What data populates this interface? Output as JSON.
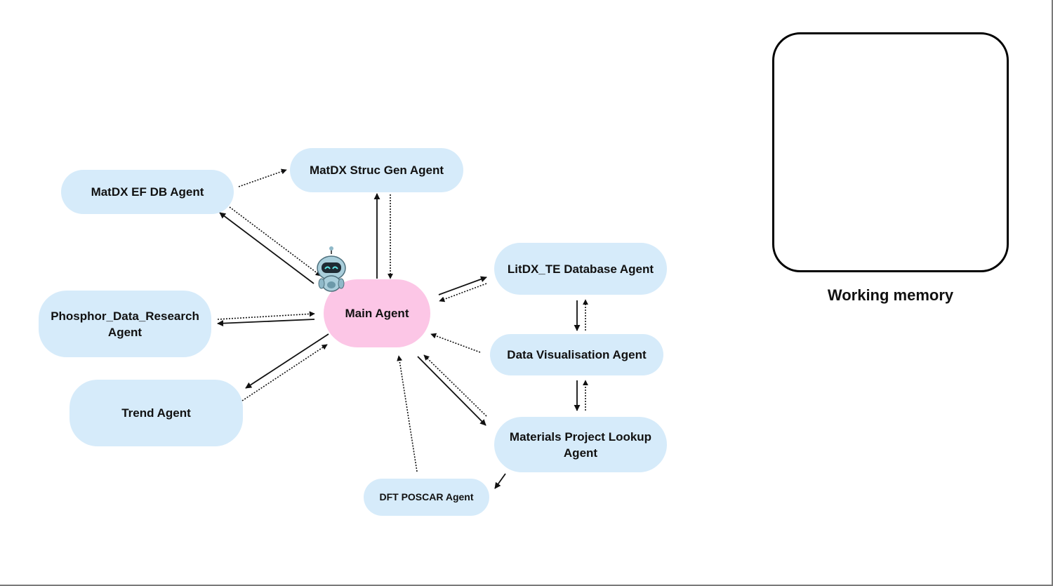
{
  "nodes": {
    "ef_db": "MatDX EF DB Agent",
    "struc_gen": "MatDX Struc Gen Agent",
    "phosphor": "Phosphor_Data_Research Agent",
    "trend": "Trend Agent",
    "main": "Main Agent",
    "litdx": "LitDX_TE Database Agent",
    "data_vis": "Data Visualisation Agent",
    "mp_lookup": "Materials Project Lookup Agent",
    "dft_poscar": "DFT POSCAR Agent"
  },
  "memory": {
    "label": "Working memory"
  },
  "icons": {
    "robot": "robot-icon"
  },
  "colors": {
    "agent_fill": "#d6ebfa",
    "main_fill": "#fcc6e6",
    "line": "#111111",
    "memory_border": "#000000"
  }
}
